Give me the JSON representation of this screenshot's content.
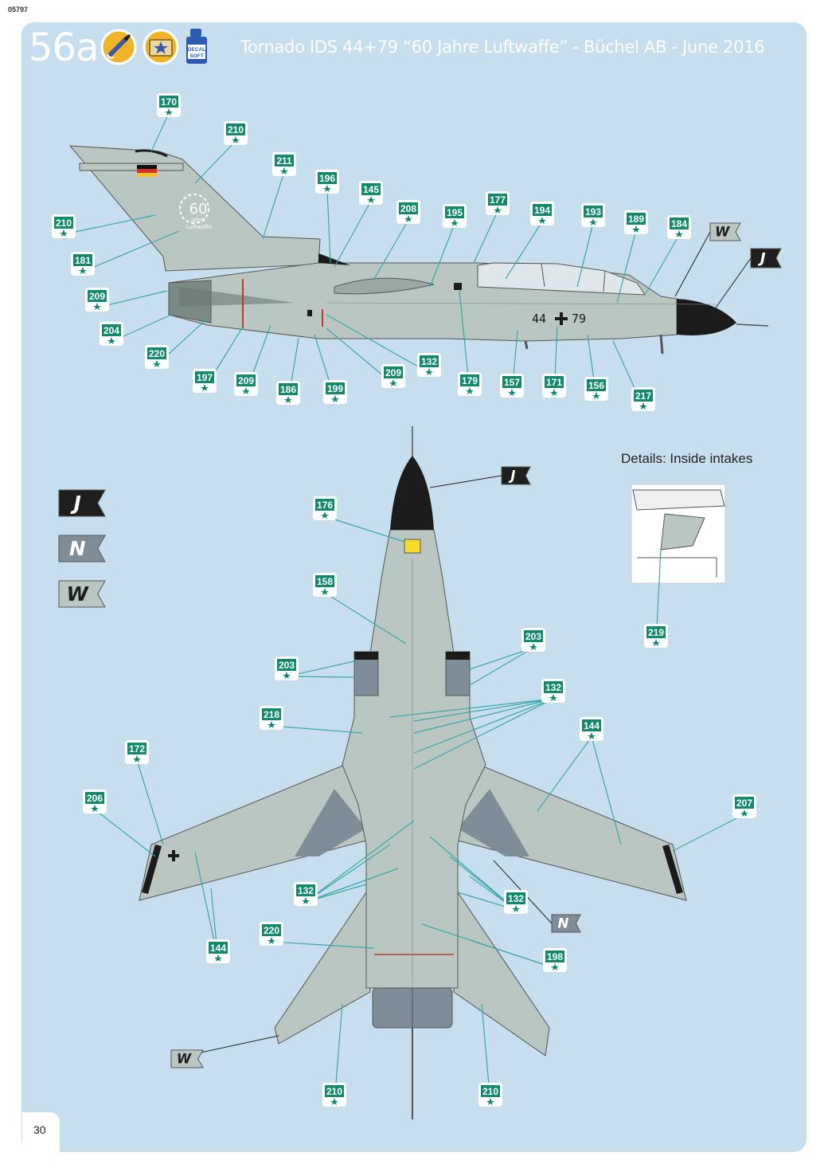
{
  "document": {
    "code": "05797",
    "page_number": "30",
    "step_number": "56a",
    "title": "Tornado IDS 44+79 “60 Jahre Luftwaffe” - Büchel AB - June 2016",
    "details_title": "Details: Inside intakes"
  },
  "icons": {
    "paint": "paintbrush-icon",
    "decal": "decal-star-icon",
    "decal_soft": "decal-soft-bottle-icon",
    "decal_soft_text": [
      "DECAL",
      "SOFT"
    ]
  },
  "aircraft": {
    "serial_left": "44",
    "serial_right": "79",
    "anniversary_number": "60",
    "anniversary_text": [
      "Jahre",
      "Luftwaffe"
    ]
  },
  "colors": {
    "panel_bg": "#c7deee",
    "callout_fill": "#118a6b",
    "leader_line": "#3aa7a8",
    "airframe": "#b9c6c1",
    "nose": "#1b1b1b",
    "color_J": "#1e1e1e",
    "color_N": "#7f8d98",
    "color_W": "#b9c6c1"
  },
  "color_legend": [
    {
      "code": "J",
      "fill": "#1e1e1e",
      "text_color": "#ffffff"
    },
    {
      "code": "N",
      "fill": "#7f8d98",
      "text_color": "#ffffff"
    },
    {
      "code": "W",
      "fill": "#b9c6c1",
      "text_color": "#1e1e1e"
    }
  ],
  "side_view_callouts": [
    "170",
    "210",
    "211",
    "196",
    "145",
    "208",
    "195",
    "177",
    "194",
    "193",
    "189",
    "184",
    "210",
    "181",
    "209",
    "204",
    "220",
    "197",
    "209",
    "186",
    "199",
    "209",
    "132",
    "179",
    "157",
    "171",
    "156",
    "217"
  ],
  "side_view_color_flags": [
    "W",
    "J"
  ],
  "bottom_view_callouts": [
    "176",
    "158",
    "203",
    "203",
    "132",
    "218",
    "144",
    "172",
    "206",
    "207",
    "132",
    "132",
    "220",
    "144",
    "198",
    "210",
    "210"
  ],
  "bottom_view_color_flags": [
    "J",
    "N",
    "W"
  ],
  "detail_view_callouts": [
    "219"
  ]
}
